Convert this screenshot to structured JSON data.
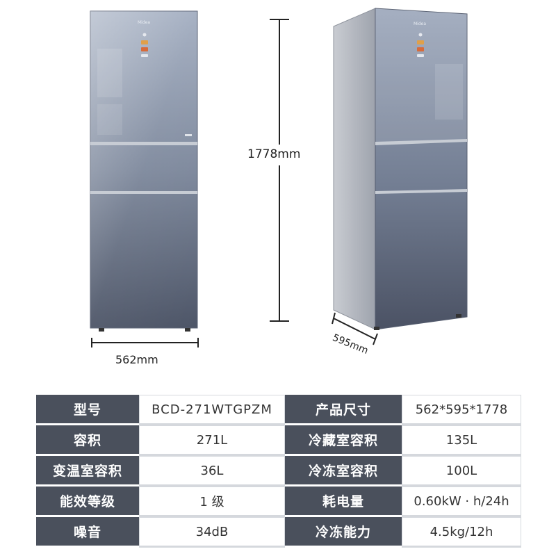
{
  "dimensions": {
    "height": "1778mm",
    "width": "562mm",
    "depth": "595mm"
  },
  "brand_logo": "Midea",
  "colors": {
    "header_cell": "#4a505c",
    "fridge_glass_top": "#9aa5b8",
    "fridge_glass_bottom": "#4f5769"
  },
  "specs": [
    {
      "label1": "型号",
      "value1": "BCD-271WTGPZM",
      "label2": "产品尺寸",
      "value2": "562*595*1778"
    },
    {
      "label1": "容积",
      "value1": "271L",
      "label2": "冷藏室容积",
      "value2": "135L"
    },
    {
      "label1": "变温室容积",
      "value1": "36L",
      "label2": "冷冻室容积",
      "value2": "100L"
    },
    {
      "label1": "能效等级",
      "value1": "1 级",
      "label2": "耗电量",
      "value2": "0.60kW · h/24h"
    },
    {
      "label1": "噪音",
      "value1": "34dB",
      "label2": "冷冻能力",
      "value2": "4.5kg/12h"
    }
  ]
}
